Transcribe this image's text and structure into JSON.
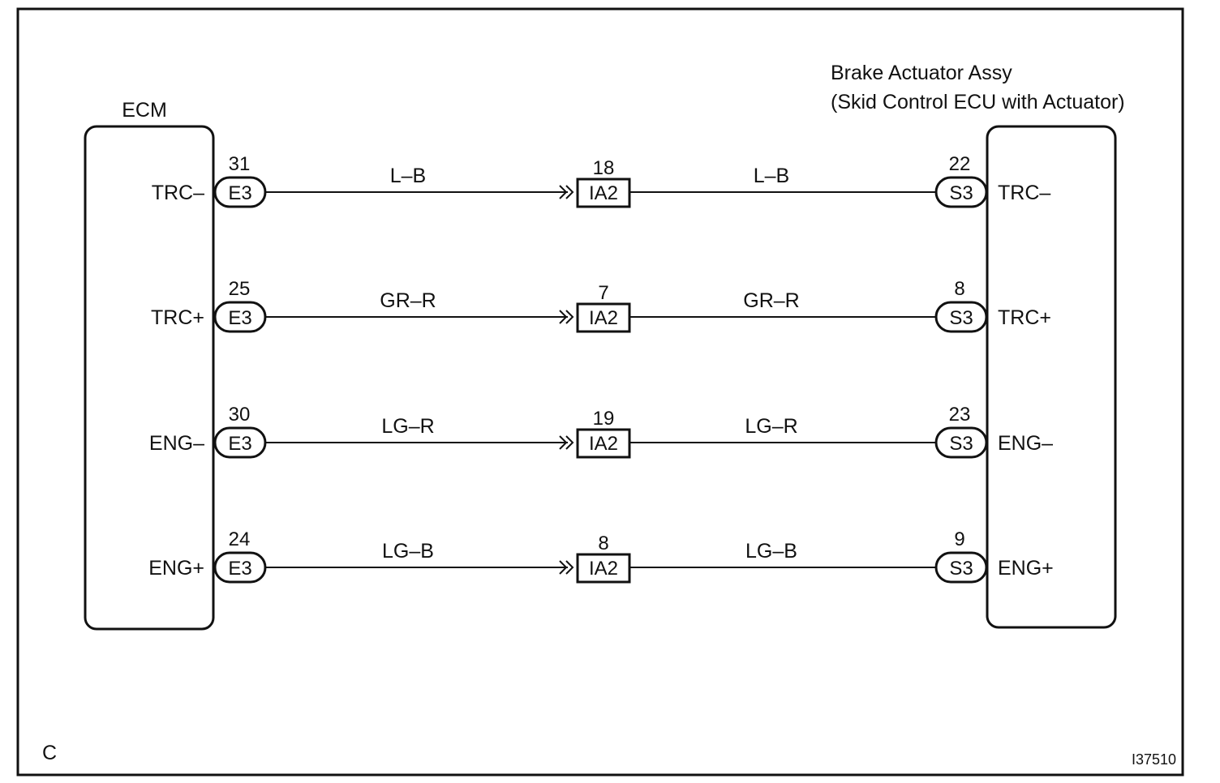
{
  "diagram_label": "C",
  "figure_id": "I37510",
  "ecm": {
    "title": "ECM",
    "connector": "E3"
  },
  "actuator": {
    "title_line1": "Brake Actuator Assy",
    "title_line2": "(Skid Control ECU with Actuator)",
    "connector": "S3"
  },
  "junction": {
    "connector": "IA2"
  },
  "circuits": [
    {
      "ecm_terminal": "TRC–",
      "ecm_pin": "31",
      "wire_left": "L–B",
      "junction_pin": "18",
      "wire_right": "L–B",
      "actuator_pin": "22",
      "actuator_terminal": "TRC–"
    },
    {
      "ecm_terminal": "TRC+",
      "ecm_pin": "25",
      "wire_left": "GR–R",
      "junction_pin": "7",
      "wire_right": "GR–R",
      "actuator_pin": "8",
      "actuator_terminal": "TRC+"
    },
    {
      "ecm_terminal": "ENG–",
      "ecm_pin": "30",
      "wire_left": "LG–R",
      "junction_pin": "19",
      "wire_right": "LG–R",
      "actuator_pin": "23",
      "actuator_terminal": "ENG–"
    },
    {
      "ecm_terminal": "ENG+",
      "ecm_pin": "24",
      "wire_left": "LG–B",
      "junction_pin": "8",
      "wire_right": "LG–B",
      "actuator_pin": "9",
      "actuator_terminal": "ENG+"
    }
  ]
}
